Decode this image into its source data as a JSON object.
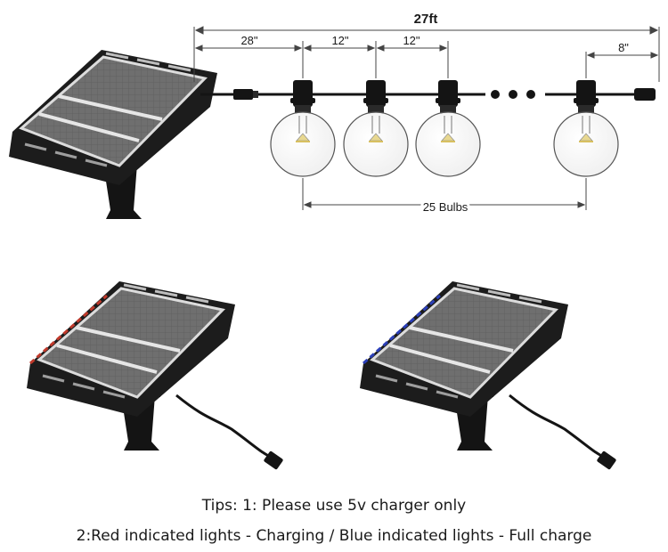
{
  "string_lights": {
    "total_length": "27ft",
    "first_spacing": "28\"",
    "bulb_spacing_1": "12\"",
    "bulb_spacing_2": "12\"",
    "end_spacing": "8\"",
    "bulb_count_label": "25 Bulbs"
  },
  "panels": {
    "charging_indicator_color": "#c0392b",
    "full_charge_indicator_color": "#2b3fb8",
    "panel_color": "#6e6e6e",
    "frame_color": "#1c1c1c"
  },
  "tips": {
    "line1": "Tips: 1: Please use 5v charger only",
    "line2": "2:Red indicated lights - Charging / Blue indicated lights - Full charge"
  }
}
